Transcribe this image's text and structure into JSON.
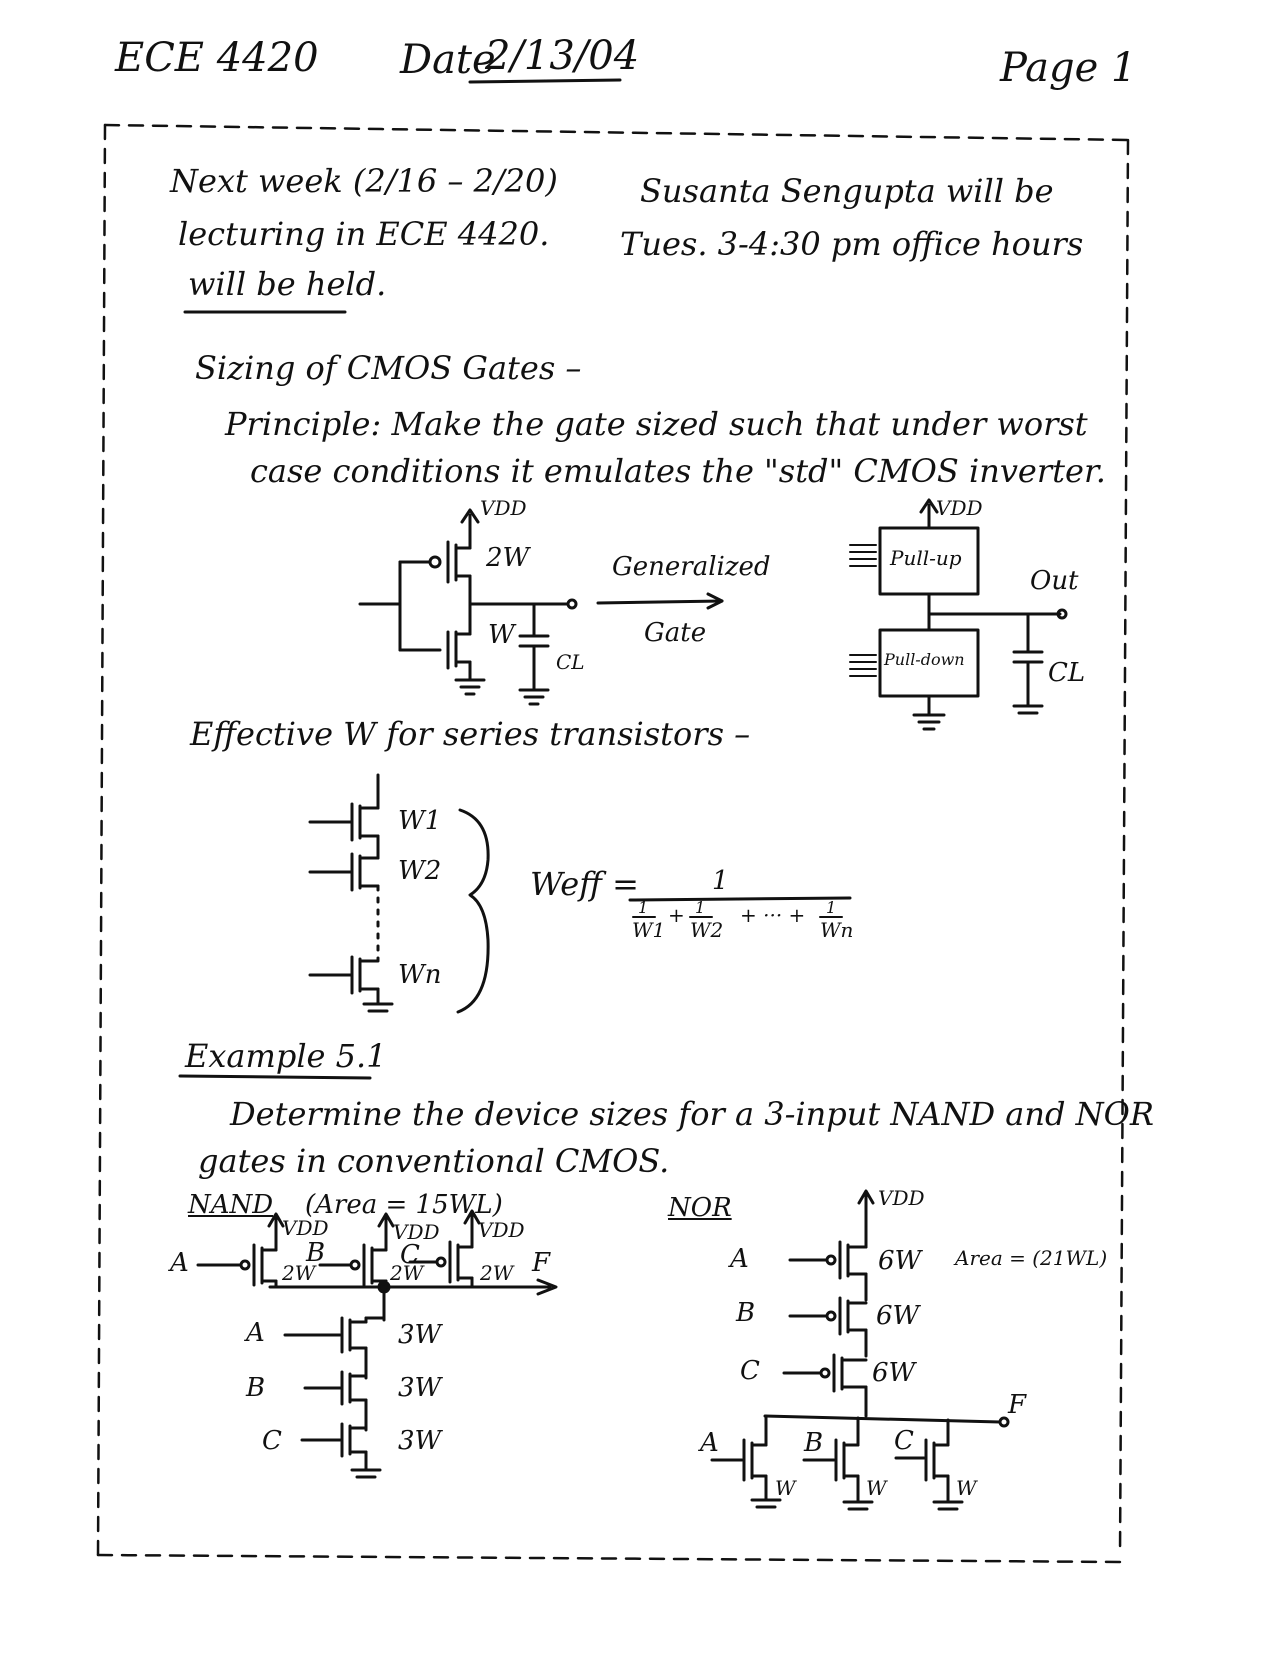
{
  "header": {
    "course": "ECE 4420",
    "date_label": "Date",
    "date_value": "2/13/04",
    "page": "Page 1"
  },
  "announcement": {
    "line1_a": "Next week (2/16 – 2/20)",
    "line1_b": "Susanta Sengupta will be",
    "line2_a": "lecturing in ECE 4420.",
    "line2_b": "Tues. 3-4:30 pm office hours",
    "line3": "will be held."
  },
  "sizing": {
    "title": "Sizing of CMOS Gates –",
    "principle_1": "Principle:  Make the gate sized such that under worst",
    "principle_2": "case conditions it emulates the \"std\" CMOS inverter."
  },
  "inverter": {
    "vdd": "VDD",
    "pmos_w": "2W",
    "nmos_w": "W",
    "cap": "CL",
    "arrow_label_top": "Generalized",
    "arrow_label_bottom": "Gate"
  },
  "generalized": {
    "vdd": "VDD",
    "pullup": "Pull-up",
    "pulldown": "Pull-down",
    "out": "Out",
    "cap": "CL"
  },
  "series": {
    "title": "Effective W for series transistors –",
    "w1": "W1",
    "w2": "W2",
    "wn": "Wn",
    "weff": "Weff =",
    "numerator": "1",
    "t1_num": "1",
    "t1_den": "W1",
    "t2_num": "1",
    "t2_den": "W2",
    "plus": "+",
    "dots": "+ ··· +",
    "tn_num": "1",
    "tn_den": "Wn"
  },
  "example": {
    "title": "Example 5.1",
    "desc_1": "Determine the device sizes for a 3-input NAND and NOR",
    "desc_2": "gates in conventional CMOS."
  },
  "nand": {
    "title": "NAND",
    "area": "(Area = 15WL)",
    "vdd1": "VDD",
    "vdd2": "VDD",
    "vdd3": "VDD",
    "inA": "A",
    "inB": "B",
    "inC": "C",
    "p1": "2W",
    "p2": "2W",
    "p3": "2W",
    "out": "F",
    "nA": "A",
    "nB": "B",
    "nC": "C",
    "n1": "3W",
    "n2": "3W",
    "n3": "3W"
  },
  "nor": {
    "title": "NOR",
    "vdd": "VDD",
    "area": "Area = (21WL)",
    "pA": "A",
    "pB": "B",
    "pC": "C",
    "p1": "6W",
    "p2": "6W",
    "p3": "6W",
    "out": "F",
    "nA": "A",
    "nB": "B",
    "nC": "C",
    "n1": "W",
    "n2": "W",
    "n3": "W"
  }
}
